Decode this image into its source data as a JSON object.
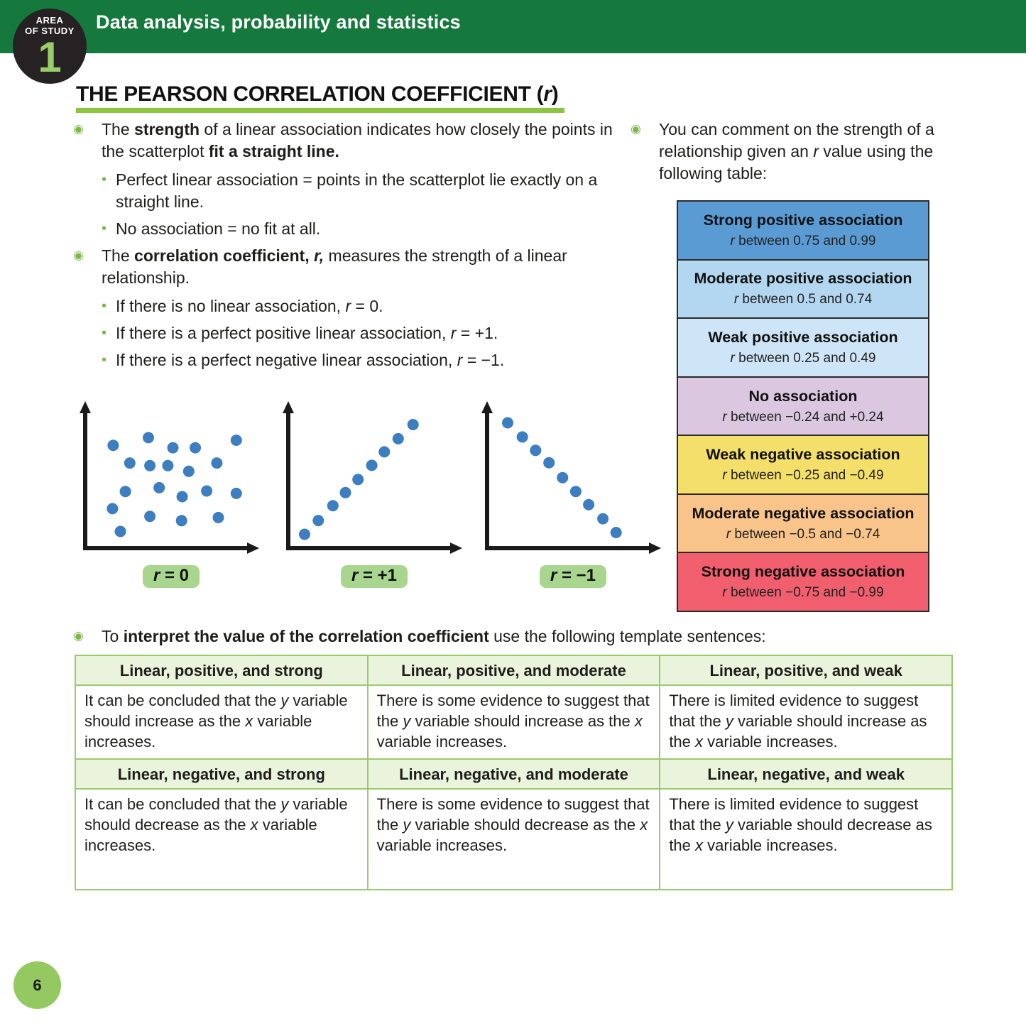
{
  "colors": {
    "header_green": "#15793E",
    "accent_green": "#8CC63F",
    "bullet_green": "#7DB74A",
    "dot_blue": "#3D7EC0",
    "plot_label_bg": "#A9D68E",
    "template_header_bg": "#EAF4DC",
    "template_border": "#9BC96D",
    "page_circle_green": "#94C962"
  },
  "header": {
    "bar_title": "Data analysis, probability and statistics",
    "badge_line1": "AREA",
    "badge_line2": "OF STUDY",
    "badge_number": "1"
  },
  "page_number": "6",
  "title_segments": [
    {
      "t": "THE PEARSON CORRELATION COEFFICIENT ("
    },
    {
      "t": "r",
      "i": true
    },
    {
      "t": ")"
    }
  ],
  "intro": {
    "bullet1": [
      {
        "t": "The "
      },
      {
        "t": "strength",
        "b": true
      },
      {
        "t": " of a linear association indicates how closely the points in the scatterplot "
      },
      {
        "t": "fit a straight line.",
        "b": true
      }
    ],
    "sub1": [
      {
        "t": "Perfect linear association = points in the scatterplot lie exactly on a straight line."
      }
    ],
    "sub2": [
      {
        "t": "No association = no fit at all."
      }
    ],
    "bullet2": [
      {
        "t": "The "
      },
      {
        "t": "correlation coefficient, ",
        "b": true
      },
      {
        "t": "r,",
        "b": true,
        "i": true
      },
      {
        "t": " measures the strength of a linear relationship."
      }
    ],
    "sub3": [
      {
        "t": "If there is no linear association, "
      },
      {
        "t": "r",
        "i": true
      },
      {
        "t": " = 0."
      }
    ],
    "sub4": [
      {
        "t": "If there is a perfect positive linear association, "
      },
      {
        "t": "r",
        "i": true
      },
      {
        "t": " = +1."
      }
    ],
    "sub5": [
      {
        "t": "If there is a perfect negative linear association, "
      },
      {
        "t": "r",
        "i": true
      },
      {
        "t": " = −1."
      }
    ]
  },
  "right_column": {
    "intro": [
      {
        "t": "You can comment on the strength of a relationship given an "
      },
      {
        "t": "r",
        "i": true
      },
      {
        "t": " value using the following table:"
      }
    ]
  },
  "strength_table": {
    "rows": [
      {
        "title": "Strong positive association",
        "range": [
          {
            "t": "r",
            "i": true
          },
          {
            "t": " between 0.75 and 0.99"
          }
        ],
        "bg": "#5B9BD3"
      },
      {
        "title": "Moderate positive association",
        "range": [
          {
            "t": "r",
            "i": true
          },
          {
            "t": " between 0.5 and 0.74"
          }
        ],
        "bg": "#B3D7F0"
      },
      {
        "title": "Weak positive association",
        "range": [
          {
            "t": "r",
            "i": true
          },
          {
            "t": " between 0.25 and 0.49"
          }
        ],
        "bg": "#CEE5F7"
      },
      {
        "title": "No association",
        "range": [
          {
            "t": "r",
            "i": true
          },
          {
            "t": " between −0.24 and +0.24"
          }
        ],
        "bg": "#DCC7E1"
      },
      {
        "title": "Weak negative association",
        "range": [
          {
            "t": "r",
            "i": true
          },
          {
            "t": " between −0.25 and −0.49"
          }
        ],
        "bg": "#F5DF6B"
      },
      {
        "title": "Moderate negative association",
        "range": [
          {
            "t": "r",
            "i": true
          },
          {
            "t": " between −0.5 and −0.74"
          }
        ],
        "bg": "#F9C489"
      },
      {
        "title": "Strong negative association",
        "range": [
          {
            "t": "r",
            "i": true
          },
          {
            "t": " between −0.75 and −0.99"
          }
        ],
        "bg": "#F15E6E"
      }
    ]
  },
  "scatterplots": [
    {
      "label": [
        {
          "t": "r",
          "i": true
        },
        {
          "t": " = 0"
        }
      ],
      "points": [
        [
          53.4,
          65.2
        ],
        [
          103.0,
          54.4
        ],
        [
          137.5,
          68.6
        ],
        [
          169.0,
          68.6
        ],
        [
          226.8,
          58.0
        ],
        [
          76.8,
          90.1
        ],
        [
          105.1,
          93.8
        ],
        [
          130.4,
          93.8
        ],
        [
          159.8,
          101.8
        ],
        [
          199.4,
          90.1
        ],
        [
          70.6,
          130.2
        ],
        [
          118.2,
          124.9
        ],
        [
          150.6,
          137.5
        ],
        [
          185.1,
          129.5
        ],
        [
          226.8,
          132.9
        ],
        [
          52.4,
          154.4
        ],
        [
          105.1,
          165.2
        ],
        [
          149.7,
          171.3
        ],
        [
          201.5,
          166.9
        ],
        [
          63.5,
          186.5
        ]
      ]
    },
    {
      "label": [
        {
          "t": "r",
          "i": true
        },
        {
          "t": " = +1"
        }
      ],
      "points": [
        [
          37.0,
          190.5
        ],
        [
          56.3,
          171.1
        ],
        [
          76.8,
          150.2
        ],
        [
          94.5,
          131.8
        ],
        [
          112.2,
          113.3
        ],
        [
          131.6,
          93.4
        ],
        [
          149.3,
          74.4
        ],
        [
          168.8,
          55.9
        ],
        [
          189.7,
          36.0
        ]
      ]
    },
    {
      "label": [
        {
          "t": "r",
          "i": true
        },
        {
          "t": " = −1"
        }
      ],
      "points": [
        [
          43.0,
          33.5
        ],
        [
          63.7,
          53.4
        ],
        [
          82.3,
          72.3
        ],
        [
          101.2,
          89.7
        ],
        [
          120.3,
          110.7
        ],
        [
          138.9,
          130.2
        ],
        [
          157.1,
          148.7
        ],
        [
          177.1,
          168.6
        ],
        [
          195.7,
          188.0
        ]
      ]
    }
  ],
  "interpret_segments": [
    {
      "t": "To "
    },
    {
      "t": "interpret the value of the correlation coefficient",
      "b": true
    },
    {
      "t": " use the following template sentences:"
    }
  ],
  "template_table": {
    "header_row1": [
      "Linear, positive, and strong",
      "Linear, positive, and moderate",
      "Linear, positive, and weak"
    ],
    "body_row1": [
      [
        {
          "t": "It can be concluded that the "
        },
        {
          "t": "y",
          "i": true
        },
        {
          "t": " variable should increase as the "
        },
        {
          "t": "x",
          "i": true
        },
        {
          "t": " variable increases."
        }
      ],
      [
        {
          "t": "There is some evidence to suggest that the "
        },
        {
          "t": "y",
          "i": true
        },
        {
          "t": " variable should increase as the "
        },
        {
          "t": "x",
          "i": true
        },
        {
          "t": " variable increases."
        }
      ],
      [
        {
          "t": "There is limited evidence to suggest that the "
        },
        {
          "t": "y",
          "i": true
        },
        {
          "t": " variable should increase as the "
        },
        {
          "t": "x",
          "i": true
        },
        {
          "t": " variable increases."
        }
      ]
    ],
    "header_row2": [
      "Linear, negative, and strong",
      "Linear, negative, and moderate",
      "Linear, negative, and weak"
    ],
    "body_row2": [
      [
        {
          "t": "It can be concluded that the "
        },
        {
          "t": "y",
          "i": true
        },
        {
          "t": " variable should decrease as the "
        },
        {
          "t": "x",
          "i": true
        },
        {
          "t": " variable increases."
        }
      ],
      [
        {
          "t": "There is some evidence to suggest that the "
        },
        {
          "t": "y",
          "i": true
        },
        {
          "t": " variable should decrease as the "
        },
        {
          "t": "x",
          "i": true
        },
        {
          "t": " variable increases."
        }
      ],
      [
        {
          "t": "There is limited evidence to suggest that the "
        },
        {
          "t": "y",
          "i": true
        },
        {
          "t": " variable should decrease as the "
        },
        {
          "t": "x",
          "i": true
        },
        {
          "t": " variable increases."
        }
      ]
    ]
  }
}
